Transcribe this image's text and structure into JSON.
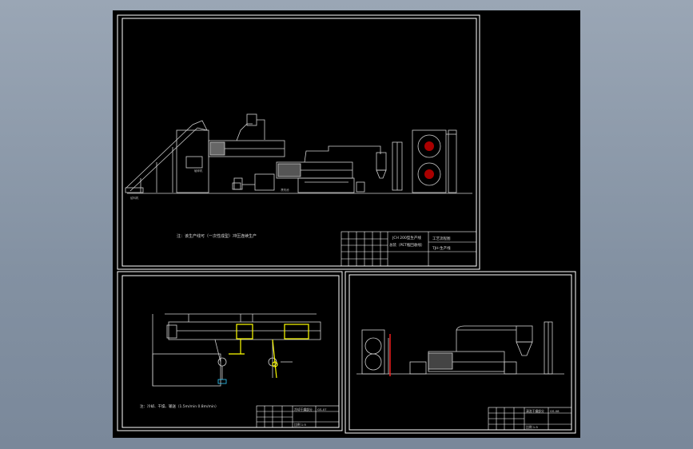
{
  "colors": {
    "background": "#8f9cad",
    "canvas": "#000000",
    "frame": "#ffffff",
    "equipment": "#d8d8d8",
    "highlight": "#ffff00",
    "accent_red": "#ff2020"
  },
  "sheet_main": {
    "note": "注：该生产线可（一次性成型）冲压连续生产",
    "title_block": {
      "line_1": "JCH 200型生产线",
      "line_2": "总装（PET瓶回收线）",
      "code_1": "工艺流程图",
      "code_2": "TJH-生产线"
    }
  },
  "sheet_left": {
    "note": "注：冷却、干燥、输送（1.5m/min 0.8m/min）",
    "title_block": {
      "line_1": "冷却干燥部分",
      "code": "GS-07",
      "line_2": "比例  1:5"
    }
  },
  "sheet_right": {
    "title_block": {
      "line_1": "清洗干燥部分",
      "code": "GS-08",
      "line_2": "比例  1:5"
    }
  }
}
